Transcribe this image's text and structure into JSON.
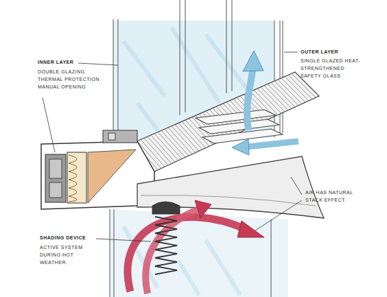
{
  "diagram": {
    "labels": [
      "INNER LAYER",
      "DOUBLE GLAZING THERMAL PROTECTION MANUAL OPENING",
      "OUTER LAYER",
      "SINGLE GLAZED HEAT-STRENGTHENED SAFETY GLASS",
      "AIR HAS NATURAL STACK EFFECT.",
      "SHADING DEVICE",
      "ACTIVE SYSTEM DURING HOT WEATHER."
    ]
  }
}
